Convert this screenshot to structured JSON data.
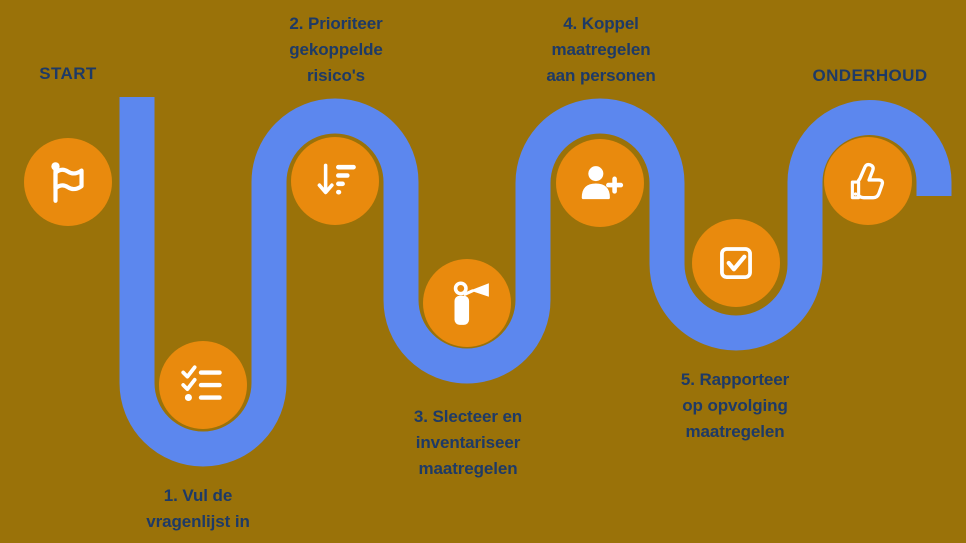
{
  "diagram": {
    "colors": {
      "background": "#9a7209",
      "path": "#5c87ee",
      "node": "#e98a0d",
      "label": "#1e3a66",
      "icon": "#ffffff"
    },
    "nodes": [
      {
        "id": "start",
        "label": "START",
        "icon": "flag-icon"
      },
      {
        "id": "step-1",
        "label": "1. Vul de\nvragenlijst in",
        "icon": "checklist-icon"
      },
      {
        "id": "step-2",
        "label": "2. Prioriteer\ngekoppelde\nrisico's",
        "icon": "sort-descending-icon"
      },
      {
        "id": "step-3",
        "label": "3. Slecteer en\ninventariseer\nmaatregelen",
        "icon": "fire-extinguisher-icon"
      },
      {
        "id": "step-4",
        "label": "4. Koppel\nmaatregelen\naan personen",
        "icon": "add-person-icon"
      },
      {
        "id": "step-5",
        "label": "5. Rapporteer\nop opvolging\nmaatregelen",
        "icon": "checkbox-checked-icon"
      },
      {
        "id": "onderhoud",
        "label": "ONDERHOUD",
        "icon": "thumbs-up-icon"
      }
    ]
  }
}
